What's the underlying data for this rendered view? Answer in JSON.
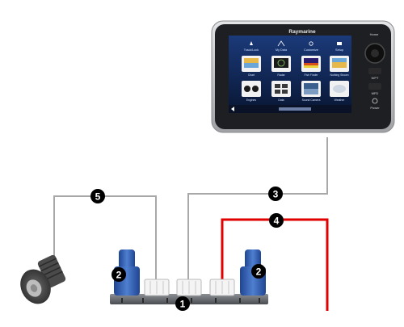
{
  "device": {
    "brand": "Raymarine",
    "screen_labels": [
      "Track/Lock",
      "My Data",
      "Customize",
      "Setup"
    ],
    "app_tiles": [
      "Chart",
      "Radar",
      "Fish Finder",
      "Nothing Shown",
      "Engines",
      "Data",
      "Sound Camera",
      "Weather"
    ],
    "side_labels": [
      "Home",
      "WPT",
      "MFD",
      "Power"
    ]
  },
  "callouts": [
    "1",
    "2",
    "2",
    "3",
    "4",
    "5"
  ],
  "colors": {
    "gray_cable": "#a8a8a8",
    "power_cable": "#e00000",
    "callout_fill": "#000000",
    "connector_blue": "#2f5db0",
    "bezel": "#c7c8ca",
    "screen": "#0b1e4a"
  }
}
